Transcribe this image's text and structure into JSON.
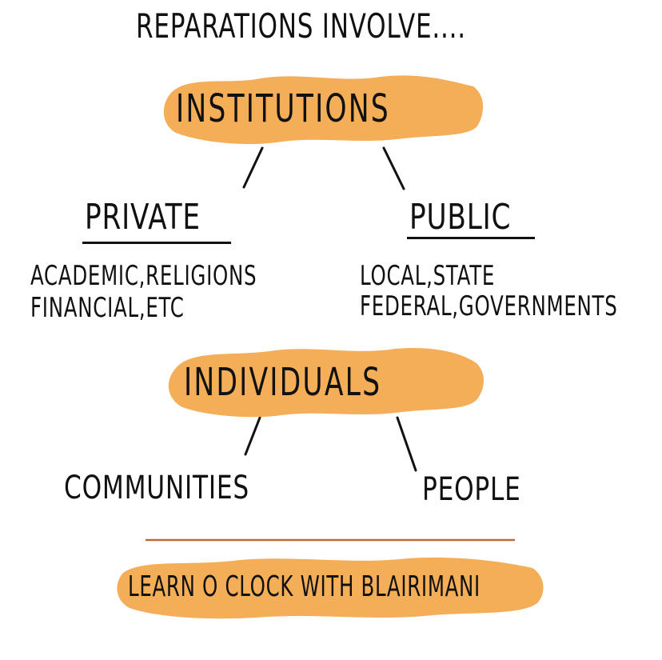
{
  "title": "REPARATIONS INVOLVE....",
  "colors": {
    "blob": "#f4ae58",
    "ink": "#111111",
    "divider": "#c0663a"
  },
  "institutions": {
    "label": "INSTITUTIONS",
    "private": {
      "label": "PRIVATE",
      "detail_line1": "ACADEMIC,RELIGIONS",
      "detail_line2": "FINANCIAL,ETC"
    },
    "public": {
      "label": "PUBLIC",
      "detail_line1": "LOCAL,STATE",
      "detail_line2": "FEDERAL,GOVERNMENTS"
    }
  },
  "individuals": {
    "label": "INDIVIDUALS",
    "communities": {
      "label": "COMMUNITIES"
    },
    "people": {
      "label": "PEOPLE"
    }
  },
  "footer": {
    "credit": "LEARN O CLOCK WITH BLAIRIMANI"
  }
}
